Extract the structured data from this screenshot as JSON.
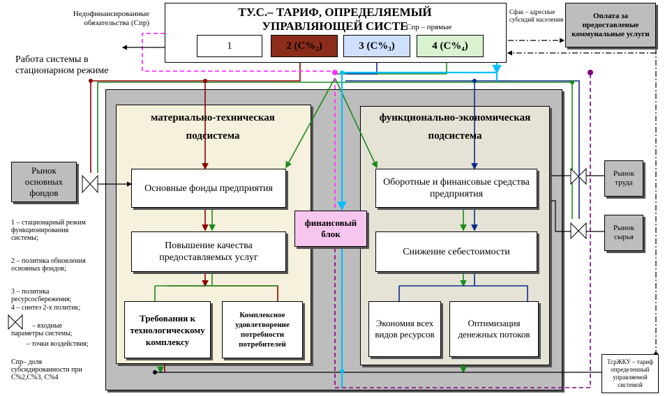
{
  "colors": {
    "red": "#8b0000",
    "green": "#1a8a1a",
    "blue": "#0a2b8c",
    "cyan": "#00bfff",
    "magenta": "#ff33ff",
    "purple": "#800080",
    "box2": "#8b2d1a",
    "box3": "#cfe0ff",
    "box4": "#d9f2d0",
    "fin": "#f7c6ef"
  },
  "diagram": {
    "title": "ТУ.С.– ТАРИФ, ОПРЕДЕЛЯЕМЫЙ УПРАВЛЯЮЩЕЙ СИСТЕ",
    "modes": [
      "1",
      "2 (С%₂)",
      "3 (С%₃)",
      "4 (С%₄)"
    ],
    "nonfin_label": "Недофинансированные обязательства (Спр)",
    "spr_label": "Спр – прямые",
    "sfact_label": "Сфак – адресные субсидий населения",
    "payment_box": "Оплата за предоставленые коммунальные услуги",
    "stationary_label": "Работа системы в стационарном режиме",
    "market_funds": "Рынок основных фондов",
    "market_labor": "Рынок труда",
    "market_raw": "Рынок сырья",
    "mat_title": "материально-техническая подсистема",
    "fun_title": "функционально-экономическая подсистема",
    "fixed_assets": "Основные фонды предприятия",
    "quality": "Повышение качества предоставляемых услуг",
    "tech_req": "Требования к технологическому комплексу",
    "complex": "Комплексное удовлетворение потребности потребителей",
    "working_cap": "Оборотные и финансовые средства предприятия",
    "cost_red": "Снижение себестоимости",
    "economy": "Экономия всех видов ресурсов",
    "optimize": "Оптимизация денежных потоков",
    "fin_block": "финансовый блок",
    "tariff_box": "ТсрЖКУ – тариф определенный управляемой системой",
    "legend": [
      "1 – стационарный режим функционирования системы;",
      "2 – политика обновления основных фондов;",
      "3 – политика ресурсосбережения;",
      "4 – синтез 2-х политик;",
      "– входные параметры системы;",
      "– точки воздействия;",
      "Спр– доля субсидированности при С%2,С%3, С%4"
    ]
  }
}
